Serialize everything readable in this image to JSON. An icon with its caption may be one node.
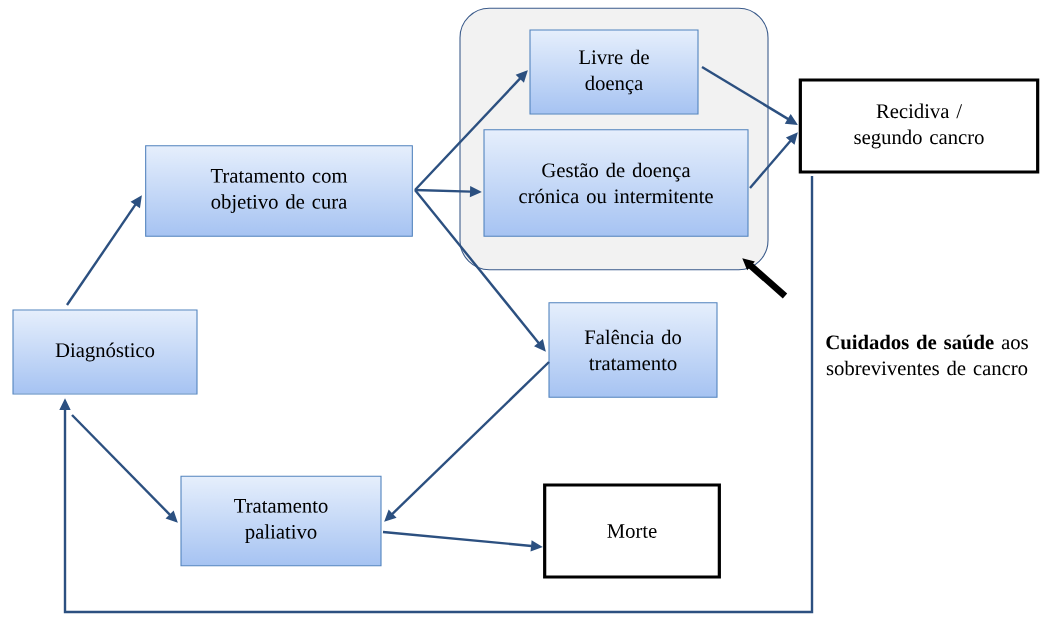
{
  "diagram": {
    "nodes": [
      {
        "text": [],
        "shape": "box"
      },
      {
        "text": [
          "Livre de doença"
        ],
        "in": 0
      },
      {
        "text": [
          "Gestão de doença crónica ou intermitente"
        ],
        "in": 0
      },
      {
        "text": [
          "Tratamento com objetivo de cura"
        ]
      },
      {
        "text": [
          "Recidiva / segundo cancro"
        ]
      },
      {
        "text": [
          "Diagnóstico"
        ]
      },
      {
        "text": [
          "Falência do tratamento"
        ]
      },
      {
        "text": [
          "**Cuidados de saúde** aos sobreviventes de cancro"
        ]
      },
      {
        "text": [
          "Tratamento paliativo"
        ]
      },
      {
        "text": [
          "Morte"
        ]
      }
    ],
    "edges": [
      {
        "from": 5,
        "to": 3,
        "arrow": "to"
      },
      {
        "from": 3,
        "to": 1,
        "arrow": "to"
      },
      {
        "from": 3,
        "to": 2,
        "arrow": "to"
      },
      {
        "from": 3,
        "to": 6,
        "arrow": "to"
      },
      {
        "from": 1,
        "to": 4,
        "arrow": "to"
      },
      {
        "from": 2,
        "to": 4,
        "arrow": "to"
      },
      {
        "from": 6,
        "to": 8,
        "arrow": "to"
      },
      {
        "from": 5,
        "to": 8,
        "arrow": "to"
      },
      {
        "from": 8,
        "to": 9,
        "arrow": "to"
      },
      {
        "from": 4,
        "to": 5,
        "arrow": "to"
      },
      {
        "from": 7,
        "to": 0,
        "arrow": "to",
        "style": "thick",
        "color": "#000000"
      }
    ]
  }
}
